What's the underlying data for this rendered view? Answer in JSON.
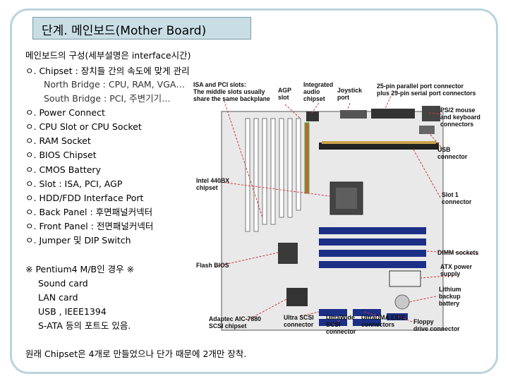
{
  "title": "단계. 메인보드(Mother Board)",
  "heading": "메인보드의 구성(세부설명은 interface시간)",
  "chipset_line": "ㅇ. Chipset : 장치들 간의 속도에 맞게 관리",
  "north_bridge": "North Bridge : CPU, RAM, VGA…",
  "south_bridge": "South Bridge : PCI, 주변기기…",
  "bullets": [
    "ㅇ. Power Connect",
    "ㅇ. CPU Slot or CPU Socket",
    "ㅇ. RAM Socket",
    "ㅇ. BIOS Chipset",
    "ㅇ. CMOS Battery",
    "ㅇ. Slot : ISA, PCI, AGP",
    "ㅇ. HDD/FDD Interface Port",
    "ㅇ. Back Panel : 후면패널커넥터",
    "ㅇ. Front Panel : 전면패널커넥터",
    "ㅇ. Jumper 및 DIP Switch"
  ],
  "pentium_note": "※ Pentium4 M/B인 경우 ※",
  "pentium_items": [
    "Sound card",
    "LAN card",
    "USB , IEEE1394",
    "S-ATA 등의 포트도 있음."
  ],
  "footer": "원래 Chipset은 4개로 만들었으나 단가 때문에 2개만 장착.",
  "diagram_labels": {
    "isa_pci": "ISA and PCI slots:\nThe middle slots usually\nshare the same backplane",
    "agp": "AGP\nslot",
    "audio": "Integrated\naudio\nchipset",
    "joystick": "Joystick\nport",
    "ports": "25-pin parallel port connector\nplus 29-pin serial port connectors",
    "ps2": "PS/2 mouse\nand keyboard\nconnectors",
    "usb": "USB\nconnector",
    "intel": "Intel 440BX\nchipset",
    "slot1": "Slot 1\nconnector",
    "dimm": "DIMM sockets",
    "flash": "Flash BIOS",
    "atx": "ATX power\nsupply",
    "lithium": "Lithium\nbackup\nbattery",
    "adaptec": "Adaptec AIC-7880\nSCSI chipset",
    "ultra_scsi": "Ultra SCSI\nconnector",
    "ultrawide": "UltraWide\nSCSI\nconnector",
    "ultradma": "UltraDMA EIDE\nconnectors",
    "floppy": "Floppy\ndrive connector"
  },
  "colors": {
    "frame": "#b9d4dc",
    "title_bg": "#c8dde4",
    "board": "#e8e8e8",
    "slot_dark": "#1b2f86",
    "pointer": "#d23a3a"
  }
}
